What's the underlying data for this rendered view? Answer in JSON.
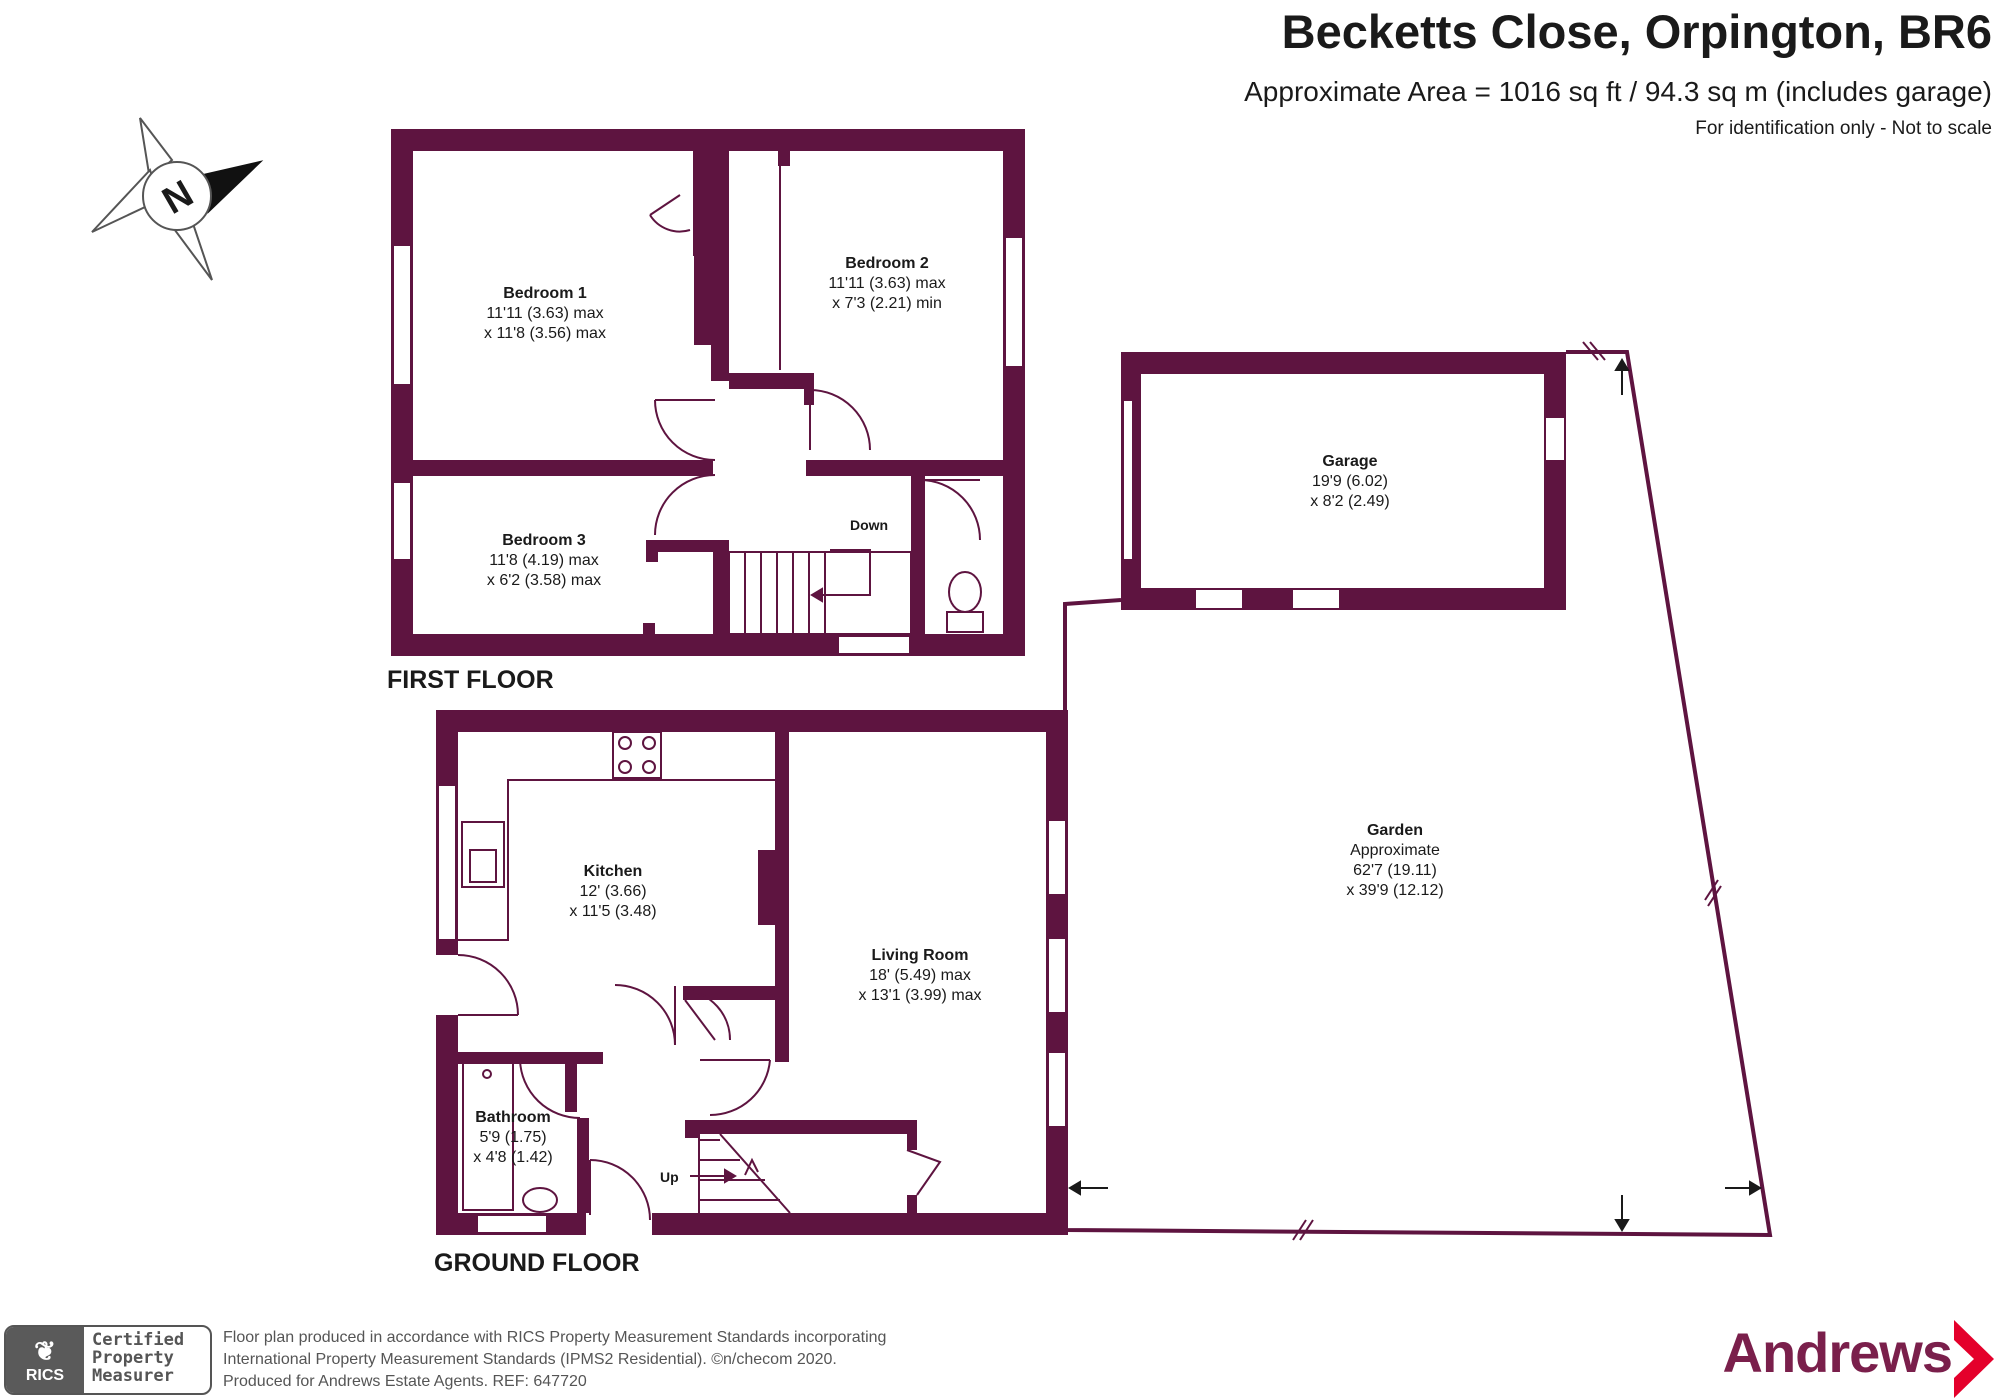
{
  "header": {
    "title": "Becketts Close, Orpington, BR6",
    "area": "Approximate Area = 1016 sq ft / 94.3 sq m (includes garage)",
    "note": "For identification only - Not to scale"
  },
  "compass": {
    "letter": "N",
    "icon": "compass-icon"
  },
  "floors": {
    "first": "FIRST FLOOR",
    "ground": "GROUND FLOOR"
  },
  "rooms": {
    "bedroom1": {
      "name": "Bedroom 1",
      "dim1": "11'11 (3.63) max",
      "dim2": "x 11'8 (3.56) max"
    },
    "bedroom2": {
      "name": "Bedroom 2",
      "dim1": "11'11 (3.63) max",
      "dim2": "x 7'3 (2.21) min"
    },
    "bedroom3": {
      "name": "Bedroom 3",
      "dim1": "11'8 (4.19) max",
      "dim2": "x 6'2 (3.58) max"
    },
    "garage": {
      "name": "Garage",
      "dim1": "19'9 (6.02)",
      "dim2": "x 8'2 (2.49)"
    },
    "garden": {
      "name": "Garden",
      "sub": "Approximate",
      "dim1": "62'7 (19.11)",
      "dim2": "x 39'9 (12.12)"
    },
    "kitchen": {
      "name": "Kitchen",
      "dim1": "12' (3.66)",
      "dim2": "x 11'5 (3.48)"
    },
    "living": {
      "name": "Living Room",
      "dim1": "18' (5.49) max",
      "dim2": "x 13'1 (3.99) max"
    },
    "bathroom": {
      "name": "Bathroom",
      "dim1": "5'9 (1.75)",
      "dim2": "x 4'8 (1.42)"
    }
  },
  "stairs": {
    "down": "Down",
    "up": "Up"
  },
  "footer": {
    "line1": "Floor plan produced in accordance with RICS Property Measurement Standards incorporating",
    "line2": "International Property Measurement Standards (IPMS2 Residential).   ©n/checom 2020.",
    "line3": "Produced for Andrews Estate Agents.   REF:   647720",
    "badge_org": "RICS",
    "badge_line1": "Certified",
    "badge_line2": "Property",
    "badge_line3": "Measurer",
    "brand": "Andrews"
  },
  "colors": {
    "wall": "#5e1440",
    "brand": "#7a1f4b",
    "badge": "#5a5a5a"
  }
}
